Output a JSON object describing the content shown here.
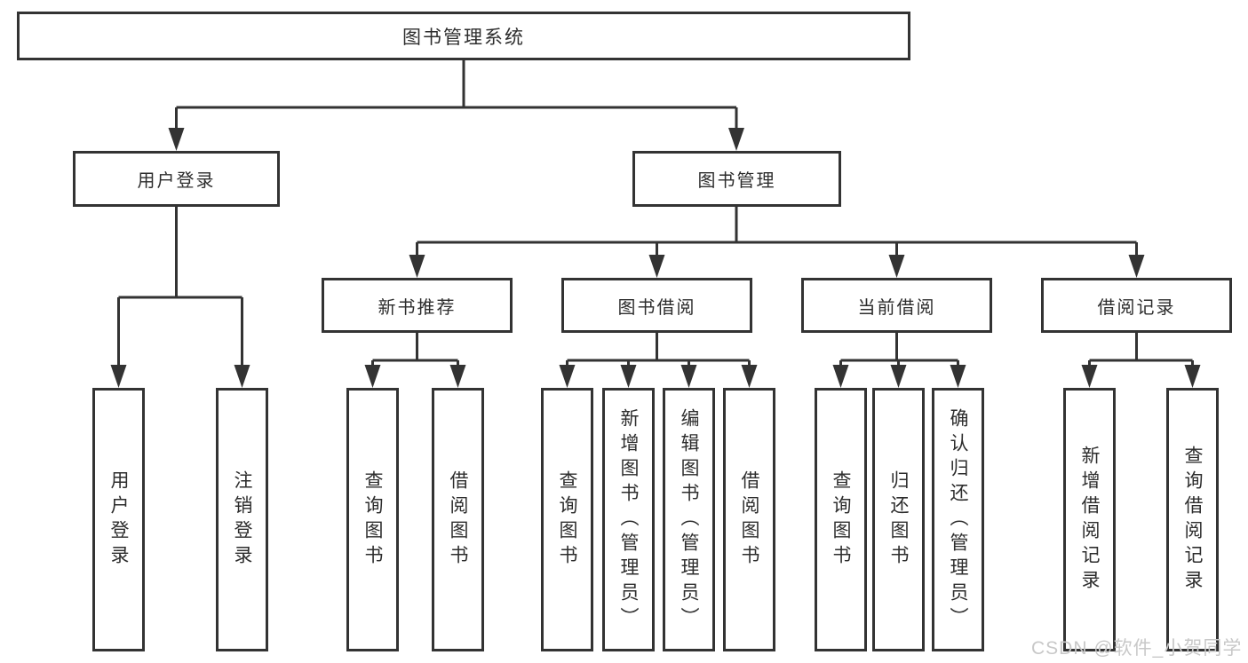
{
  "diagram": {
    "type": "tree",
    "root": {
      "label": "图书管理系统"
    },
    "level2": [
      {
        "id": "user-login",
        "label": "用户登录"
      },
      {
        "id": "book-management",
        "label": "图书管理"
      }
    ],
    "level3": [
      {
        "id": "new-book-recommendation",
        "label": "新书推荐",
        "parent": "book-management"
      },
      {
        "id": "book-borrowing",
        "label": "图书借阅",
        "parent": "book-management"
      },
      {
        "id": "current-borrowing",
        "label": "当前借阅",
        "parent": "book-management"
      },
      {
        "id": "borrowing-records",
        "label": "借阅记录",
        "parent": "book-management"
      }
    ],
    "leaves": {
      "user_login_group": [
        {
          "label": "用户登录"
        },
        {
          "label": "注销登录"
        }
      ],
      "new_book_group": [
        {
          "label": "查询图书"
        },
        {
          "label": "借阅图书"
        }
      ],
      "book_borrowing_group": [
        {
          "label": "查询图书"
        },
        {
          "label": "新增图书（管理员）"
        },
        {
          "label": "编辑图书（管理员）"
        },
        {
          "label": "借阅图书"
        }
      ],
      "current_borrowing_group": [
        {
          "label": "查询图书"
        },
        {
          "label": "归还图书"
        },
        {
          "label": "确认归还（管理员）"
        }
      ],
      "records_group": [
        {
          "label": "新增借阅记录"
        },
        {
          "label": "查询借阅记录"
        }
      ]
    }
  },
  "watermark": {
    "text": "CSDN @软件_小贺同学"
  },
  "colors": {
    "line": "#333333",
    "text": "#2d2d2d",
    "watermark_color": "#c8c8c8",
    "background": "#ffffff"
  }
}
